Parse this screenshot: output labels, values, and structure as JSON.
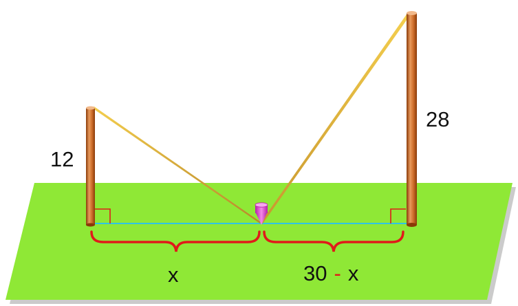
{
  "labels": {
    "left_height": "12",
    "right_height": "28",
    "left_distance": "x",
    "right_distance_number": "30",
    "right_distance_minus": "-",
    "right_distance_var": "x"
  },
  "colors": {
    "ground": "#8fe836",
    "ground_shadow": "#9e9e9e",
    "baseline": "#2ec4e6",
    "pole_light": "#e08a4a",
    "pole_dark": "#a0480e",
    "wire": "#e6b83a",
    "brace": "#e01a1a",
    "right_angle": "#e01a1a",
    "stake": "#e84ad8",
    "text": "#111111"
  },
  "icons": [
    "right-angle-mark",
    "stake-icon",
    "curly-brace"
  ]
}
